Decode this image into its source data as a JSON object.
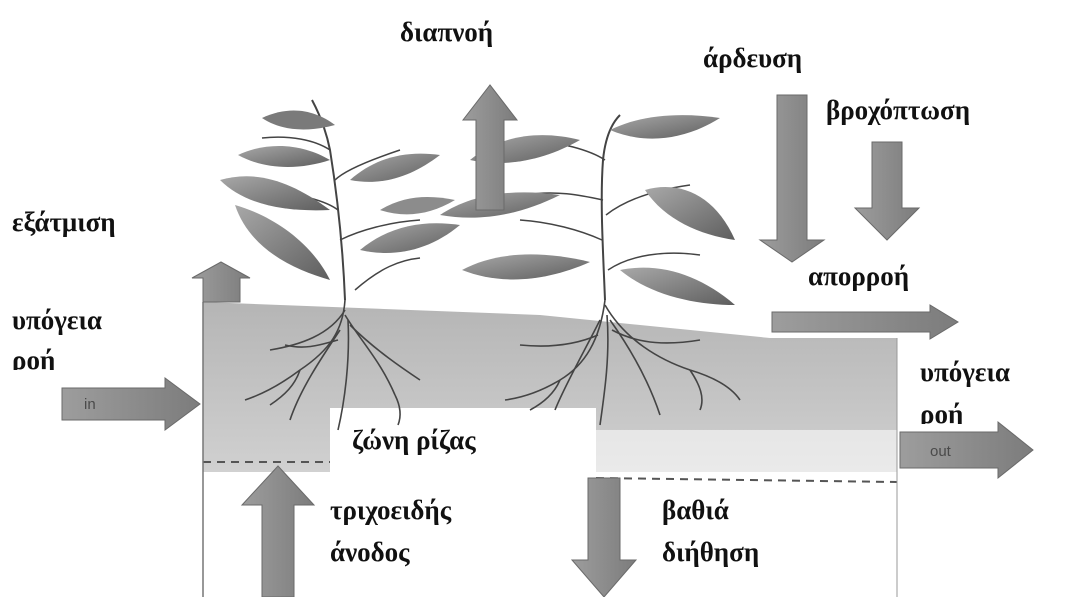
{
  "labels": {
    "transpiration": "διαπνοή",
    "irrigation": "άρδευση",
    "precipitation": "βροχόπτωση",
    "evaporation": "εξάτμιση",
    "runoff": "απορροή",
    "groundwater_in_1": "υπόγεια",
    "groundwater_in_2": "ροή",
    "groundwater_out_1": "υπόγεια",
    "groundwater_out_2": "ροή",
    "root_zone": "ζώνη ρίζας",
    "capillary_rise_1": "τριχοειδής",
    "capillary_rise_2": "άνοδος",
    "deep_percolation_1": "βαθιά",
    "deep_percolation_2": "διήθηση"
  },
  "arrow_text": {
    "inflow": "in",
    "outflow": "out"
  },
  "colors": {
    "arrow_fill": "#8f8f8f",
    "arrow_stroke": "#6a6a6a",
    "soil_top": "#bdbdbd",
    "soil_bottom": "#f4f4f4",
    "leaf": "#8a8a8a",
    "stem": "#555555",
    "text": "#111111"
  },
  "icons": [
    "leaf-icon",
    "root-icon",
    "arrow-icon"
  ]
}
